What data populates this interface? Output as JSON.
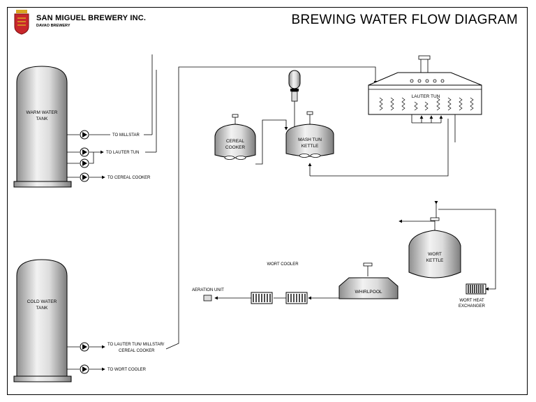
{
  "header": {
    "company": "SAN MIGUEL BREWERY INC.",
    "division": "DAVAO BREWERY",
    "title": "BREWING WATER FLOW DIAGRAM"
  },
  "icons": {
    "logo": "brewery-crest-icon",
    "pump": "pump-icon",
    "agitator": "agitator-icon"
  },
  "colors": {
    "line": "#000000",
    "tank_dark": "#8f8f8f",
    "tank_light": "#f2f2f2",
    "logo_red": "#c8262b",
    "logo_gold": "#d9a521"
  },
  "tanks": {
    "warm": {
      "line1": "WARM WATER",
      "line2": "TANK"
    },
    "cold": {
      "line1": "COLD WATER",
      "line2": "TANK"
    }
  },
  "vessels": {
    "cereal_cooker": {
      "line1": "CEREAL",
      "line2": "COOKER"
    },
    "mash_tun": {
      "line1": "MASH TUN",
      "line2": "KETTLE"
    },
    "lauter_tun": {
      "label": "LAUTER TUN"
    },
    "wort_kettle": {
      "line1": "WORT",
      "line2": "KETTLE"
    },
    "whirlpool": {
      "label": "WHIRLPOOL"
    }
  },
  "flows": {
    "warm_millstar": "TO MILLSTAR",
    "warm_lauter": "TO LAUTER TUN",
    "warm_cereal": "TO CEREAL COOKER",
    "cold_multi_1": "TO LAUTER TUN/ MILLSTAR/",
    "cold_multi_2": "CEREAL COOKER",
    "cold_wort": "TO WORT COOLER"
  },
  "labels": {
    "wort_cooler": "WORT COOLER",
    "aeration": "AERATION UNIT",
    "heat_exchanger_1": "WORT HEAT",
    "heat_exchanger_2": "EXCHANGER"
  }
}
